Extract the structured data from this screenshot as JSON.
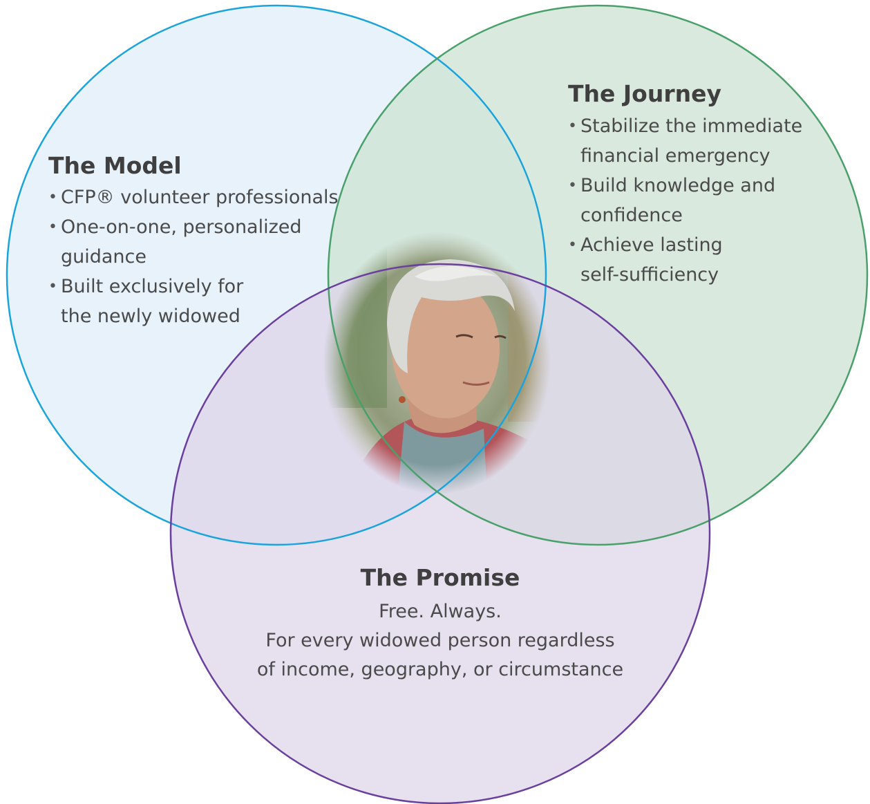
{
  "model": {
    "title": "The Model",
    "items": [
      "CFP® volunteer professionals",
      "One-on-one, personalized guidance",
      "Built exclusively for the newly widowed"
    ]
  },
  "journey": {
    "title": "The Journey",
    "items": [
      "Stabilize the immediate financial emergency",
      "Build knowledge and confidence",
      "Achieve lasting self-sufficiency"
    ]
  },
  "promise": {
    "title": "The Promise",
    "line1": "Free. Always.",
    "line2": "For every widowed person regardless",
    "line3": "of income, geography, or circumstance"
  },
  "colors": {
    "model_stroke": "#1aa3dc",
    "model_fill": "#e6f1fa",
    "journey_stroke": "#4aa06a",
    "journey_fill": "#d8e8dd",
    "promise_stroke": "#6a3f9e",
    "promise_fill": "#e6dfef"
  },
  "photo": {
    "description_icon": "portrait-photo"
  }
}
